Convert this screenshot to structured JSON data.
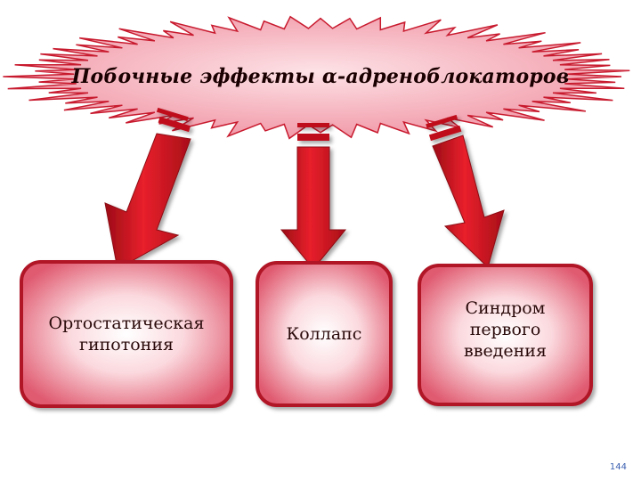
{
  "title": "Побочные эффекты  α-адреноблокаторов",
  "boxes": [
    {
      "label": "Ортостатическая\nгипотония"
    },
    {
      "label": "Коллапс"
    },
    {
      "label": "Синдром\nпервого\nвведения"
    }
  ],
  "slide_number": "144",
  "colors": {
    "burst_fill": "#f4aab6",
    "burst_stroke": "#c81a2e",
    "box_border": "#b01227",
    "box_center": "#fff0f2",
    "box_edge": "#e8697e",
    "arrow": "#d8121e",
    "arrow_dark": "#8c0a12",
    "slide_number": "#3a5fb0"
  }
}
